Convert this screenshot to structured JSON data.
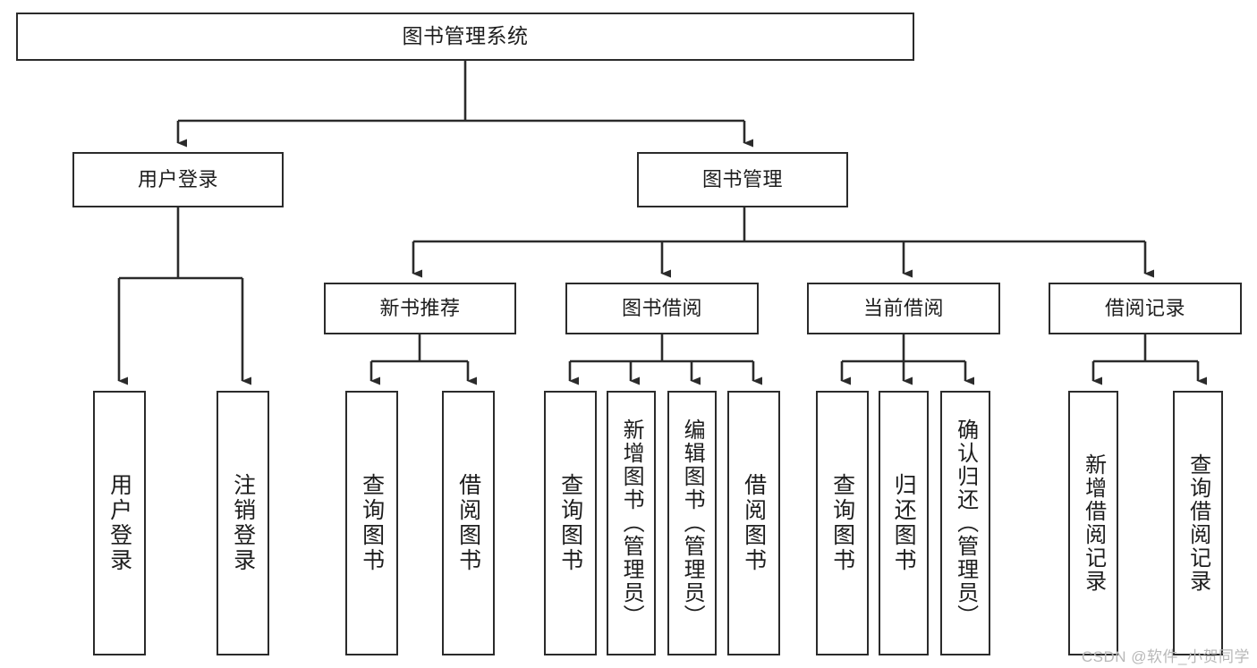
{
  "diagram": {
    "type": "hierarchy-tree",
    "title": "图书管理系统",
    "levels": {
      "root": {
        "label": "图书管理系统"
      },
      "level2": [
        {
          "label": "用户登录"
        },
        {
          "label": "图书管理"
        }
      ],
      "level3": [
        {
          "label": "新书推荐"
        },
        {
          "label": "图书借阅"
        },
        {
          "label": "当前借阅"
        },
        {
          "label": "借阅记录"
        }
      ],
      "leaves": {
        "user_login": [
          {
            "label": "用户登录"
          },
          {
            "label": "注销登录"
          }
        ],
        "new_book_recommend": [
          {
            "label": "查询图书"
          },
          {
            "label": "借阅图书"
          }
        ],
        "book_borrow": [
          {
            "label": "查询图书"
          },
          {
            "label": "新增图书（管理员）"
          },
          {
            "label": "编辑图书（管理员）"
          },
          {
            "label": "借阅图书"
          }
        ],
        "current_borrow": [
          {
            "label": "查询图书"
          },
          {
            "label": "归还图书"
          },
          {
            "label": "确认归还（管理员）"
          }
        ],
        "borrow_record": [
          {
            "label": "新增借阅记录"
          },
          {
            "label": "查询借阅记录"
          }
        ]
      }
    },
    "colors": {
      "stroke": "#2b2b2b",
      "fill": "#ffffff",
      "text": "#1d1d1d",
      "watermark": "#b8b8b8"
    }
  },
  "watermark": {
    "text": "CSDN @软件_小贺同学"
  }
}
